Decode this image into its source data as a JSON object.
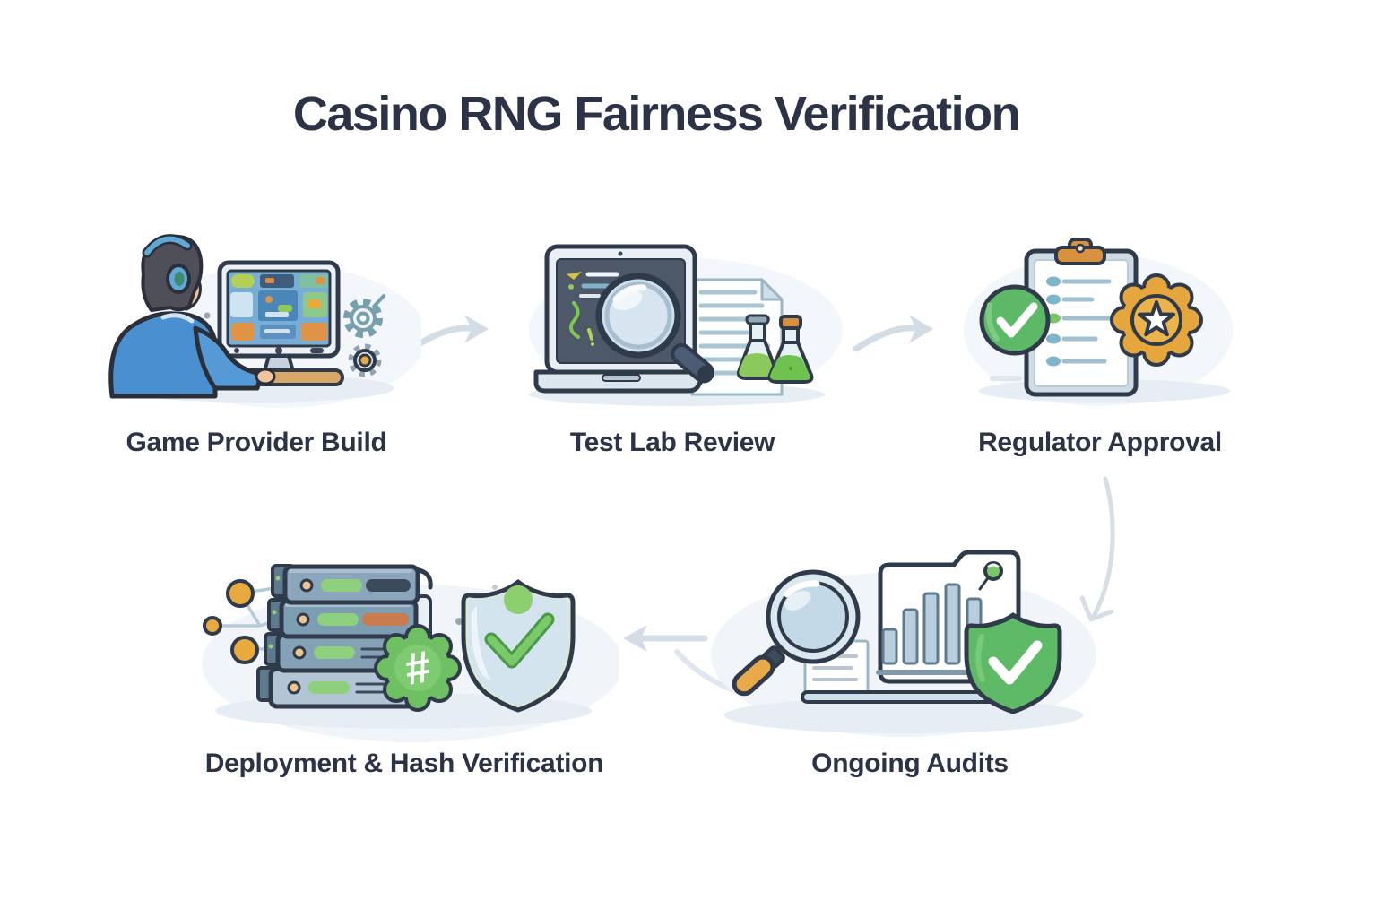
{
  "title": "Casino RNG Fairness Verification",
  "steps": [
    {
      "label": "Game Provider Build",
      "icons": [
        "developer-at-monitor-icon",
        "gears-icon"
      ]
    },
    {
      "label": "Test Lab Review",
      "icons": [
        "laptop-code-icon",
        "magnifier-icon",
        "report-document-icon",
        "lab-flasks-icon"
      ]
    },
    {
      "label": "Regulator Approval",
      "icons": [
        "clipboard-checklist-icon",
        "approved-check-circle-icon",
        "award-star-badge-icon"
      ]
    },
    {
      "label": "Deployment & Hash Verification",
      "badge_glyph": "#",
      "icons": [
        "network-nodes-icon",
        "server-stack-icon",
        "hash-badge-icon",
        "shield-check-icon"
      ]
    },
    {
      "label": "Ongoing Audits",
      "icons": [
        "magnifier-icon",
        "bar-chart-document-icon",
        "shield-check-icon"
      ]
    }
  ],
  "connections": [
    {
      "from": "Game Provider Build",
      "to": "Test Lab Review"
    },
    {
      "from": "Test Lab Review",
      "to": "Regulator Approval"
    },
    {
      "from": "Regulator Approval",
      "to": "Ongoing Audits"
    },
    {
      "from": "Ongoing Audits",
      "to": "Deployment & Hash Verification"
    }
  ],
  "colors": {
    "text": "#2d3346",
    "outline": "#2f3a4a",
    "arrow": "#d4dce5",
    "blob": "#f1f5f9",
    "shadow": "#e7edf4",
    "green": "#5fba68",
    "gold": "#e8a93f",
    "blue": "#4a8fd0",
    "teal_line": "#9fc0d1",
    "server_face": "#7d9db2"
  }
}
